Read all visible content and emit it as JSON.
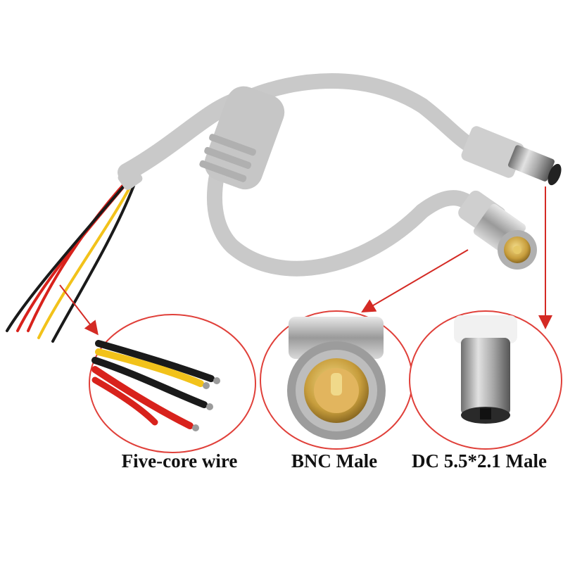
{
  "captions": {
    "wire": "Five-core wire",
    "bnc": "BNC Male",
    "dc": "DC 5.5*2.1 Male"
  },
  "colors": {
    "cable_gray": "#c9c9c9",
    "arrow_red": "#d42a24",
    "circle_red": "#e0403a",
    "wire_red": "#d8221c",
    "wire_yellow": "#f2c21a",
    "wire_black": "#1a1a1a",
    "brass": "#c9a94a",
    "chrome": "#a9a9a9"
  }
}
